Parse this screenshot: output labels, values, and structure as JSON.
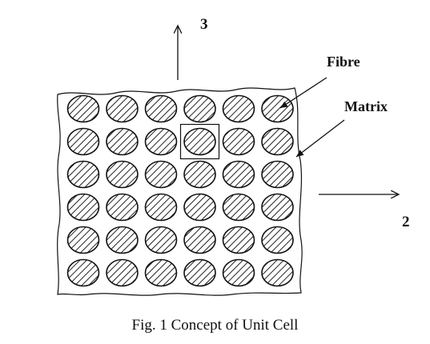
{
  "axes": {
    "vertical_label": "3",
    "horizontal_label": "2"
  },
  "labels": {
    "fibre": "Fibre",
    "matrix": "Matrix"
  },
  "grid": {
    "rows": 6,
    "columns": 6,
    "highlighted_cell": {
      "row": 2,
      "column": 4
    }
  },
  "caption": "Fig. 1 Concept of Unit Cell"
}
